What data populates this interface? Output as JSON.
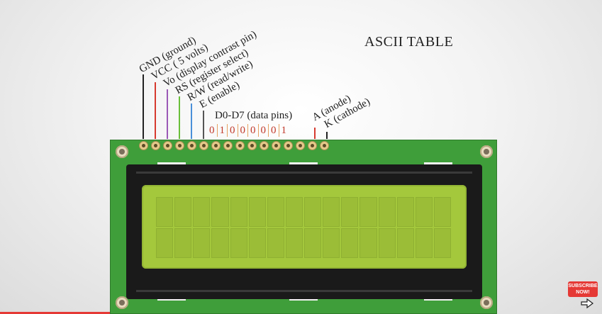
{
  "title": "ASCII TABLE",
  "pin_labels": {
    "gnd": "GND (ground)",
    "vcc": "VCC ( 5 volts)",
    "vo": "Vo (display contrast pin)",
    "rs": "RS (register select)",
    "rw": "R/W (read/write)",
    "e": "E (enable)",
    "data": "D0-D7 (data pins)",
    "a": "A (anode)",
    "k": "K (cathode)"
  },
  "bits": [
    "0",
    "1",
    "0",
    "0",
    "0",
    "0",
    "0",
    "1"
  ],
  "subscribe": {
    "line1": "SUBSCRIBE",
    "line2": "NOW!"
  },
  "colors": {
    "board": "#3f9e3a",
    "lcd": "#a4c83c",
    "bezel": "#1a1a1a",
    "wire_gnd": "#222222",
    "wire_vcc": "#d63a2f",
    "wire_vo": "#9b59b6",
    "wire_rs": "#6abf3a",
    "wire_rw": "#4a90d9",
    "wire_e": "#888888",
    "bits": "#c0392b"
  },
  "icons": [
    "cursor-pointer-icon"
  ]
}
